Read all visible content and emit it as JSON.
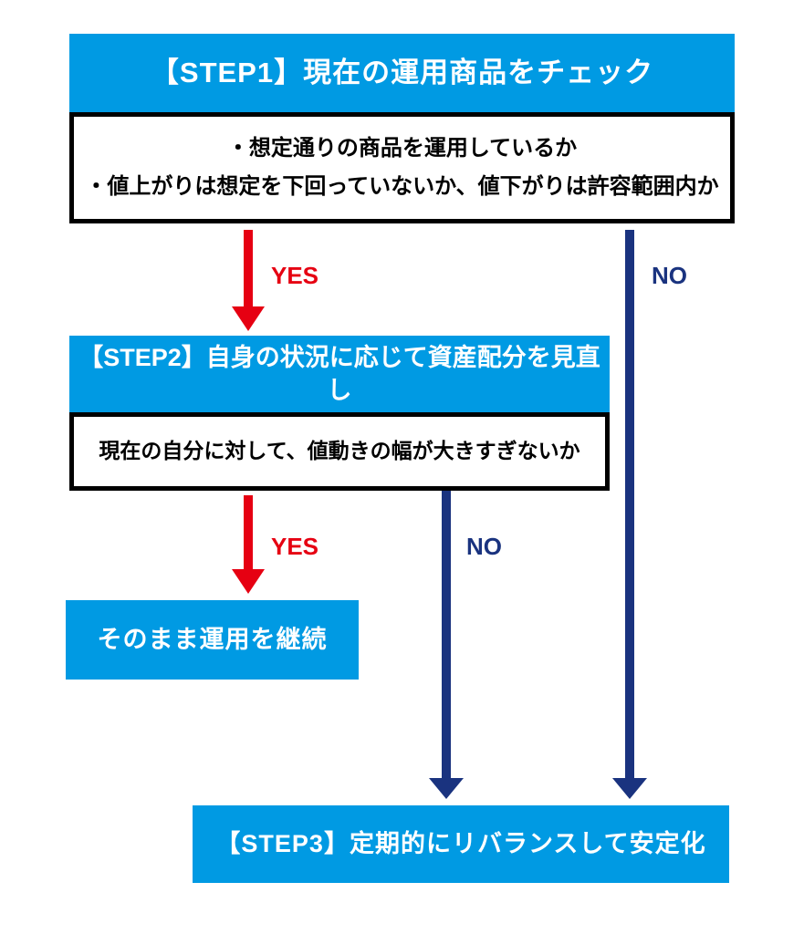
{
  "colors": {
    "blue": "#009AE3",
    "navy": "#1A337F",
    "red": "#E60012",
    "black": "#000000"
  },
  "flowchart": {
    "step1": {
      "title": "【STEP1】現在の運用商品をチェック",
      "checklist": [
        "・想定通りの商品を運用しているか",
        "・値上がりは想定を下回っていないか、値下がりは許容範囲内か"
      ]
    },
    "step2": {
      "title": "【STEP2】自身の状況に応じて資産配分を見直し",
      "checklist": [
        "現在の自分に対して、値動きの幅が大きすぎないか"
      ]
    },
    "continue_box": {
      "label": "そのまま運用を継続"
    },
    "step3": {
      "title": "【STEP3】定期的にリバランスして安定化"
    },
    "labels": {
      "step1_yes": "YES",
      "step1_no": "NO",
      "step2_yes": "YES",
      "step2_no": "NO"
    }
  }
}
